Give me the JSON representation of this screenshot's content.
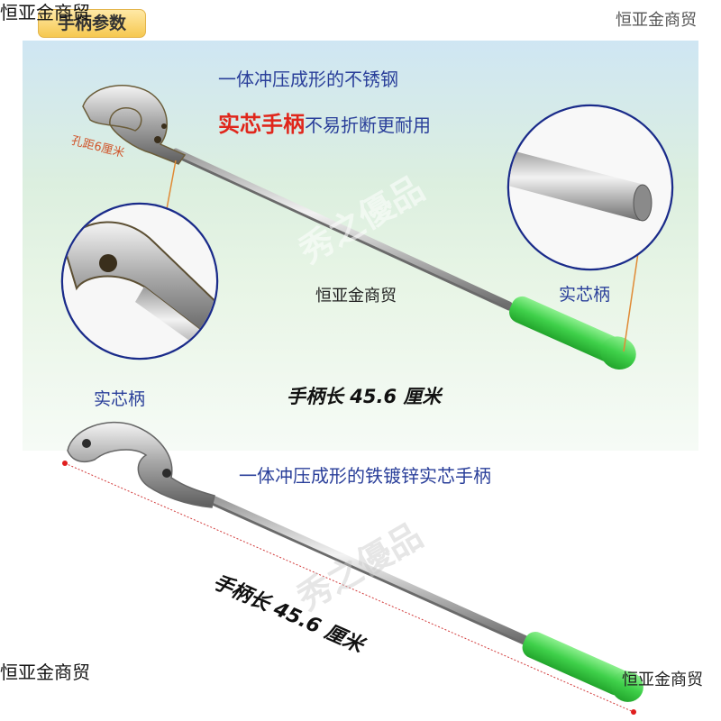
{
  "tag": {
    "label": "手柄参数"
  },
  "watermarks": {
    "top_left": "恒亚金商贸",
    "top_right": "恒亚金商贸",
    "center": "恒亚金商贸",
    "bottom_left": "恒亚金商贸",
    "bottom_right": "恒亚金商贸",
    "stamp": "秀之優品"
  },
  "top": {
    "line1": "一体冲压成形的不锈钢",
    "line2_red": "实芯手柄",
    "line2_rest": "不易折断更耐用",
    "hole_label": "孔距6厘米",
    "left_callout": "实芯柄",
    "right_callout": "实芯柄",
    "length": "手柄长 45.6 厘米"
  },
  "bottom": {
    "caption": "一体冲压成形的铁镀锌实芯手柄",
    "length": "手柄长 45.6 厘米"
  },
  "colors": {
    "grip_green": "#3fd04a",
    "caption_blue": "#2a3f9a",
    "highlight_red": "#e0261b",
    "tag_yellow": "#f6c850"
  }
}
